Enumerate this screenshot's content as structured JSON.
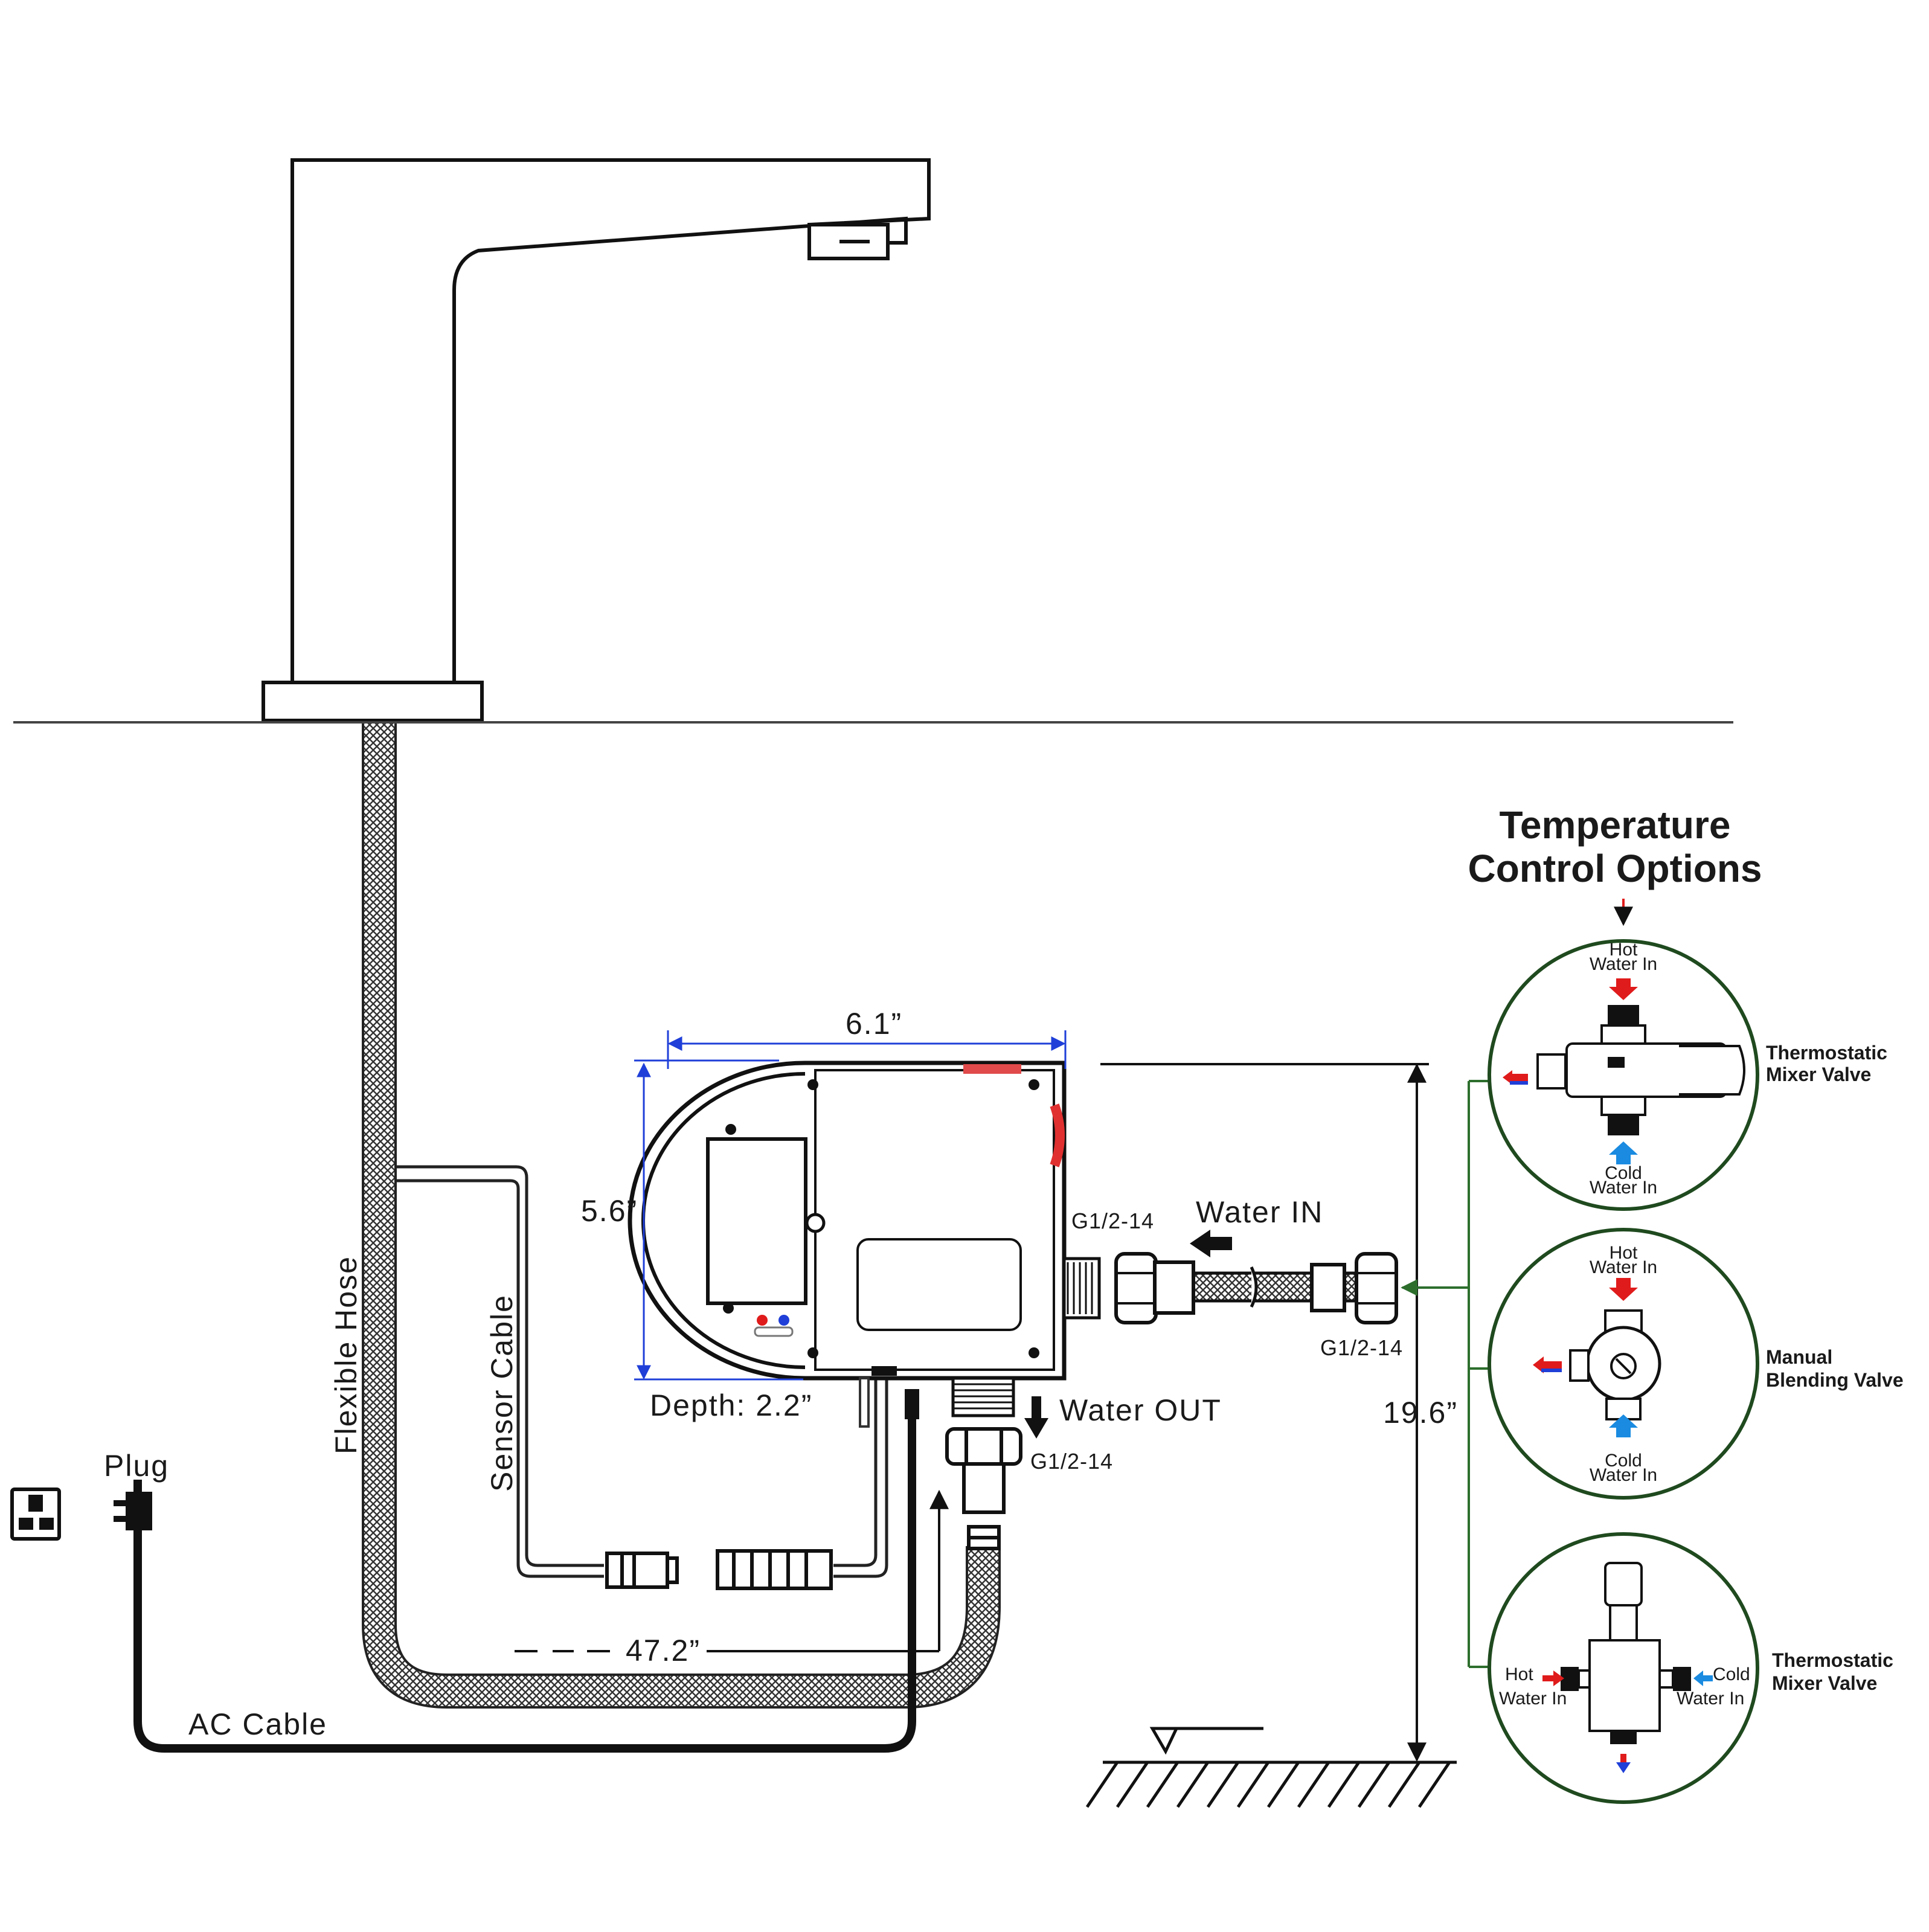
{
  "labels": {
    "flexible_hose": "Flexible Hose",
    "sensor_cable": "Sensor Cable",
    "plug": "Plug",
    "ac_cable": "AC Cable",
    "width": "6.1”",
    "height": "5.6”",
    "depth": "Depth: 2.2”",
    "hose_length": "47.2”",
    "water_in": "Water IN",
    "water_out": "Water OUT",
    "fitting_top": "G1/2-14",
    "fitting_right": "G1/2-14",
    "fitting_out": "G1/2-14",
    "install_height": "19.6”"
  },
  "temperature": {
    "title_line1": "Temperature",
    "title_line2": "Control Options",
    "options": [
      {
        "name_line1": "Thermostatic",
        "name_line2": "Mixer Valve",
        "hot_line1": "Hot",
        "hot_line2": "Water In",
        "cold_line1": "Cold",
        "cold_line2": "Water In"
      },
      {
        "name_line1": "Manual",
        "name_line2": "Blending Valve",
        "hot_line1": "Hot",
        "hot_line2": "Water In",
        "cold_line1": "Cold",
        "cold_line2": "Water In"
      },
      {
        "name_line1": "Thermostatic",
        "name_line2": "Mixer Valve",
        "hot_line1": "Hot",
        "hot_line2": "Water In",
        "cold_line1": "Cold",
        "cold_line2": "Water In"
      }
    ]
  },
  "colors": {
    "hot": "#e01b1b",
    "cold": "#1a8be0",
    "dimension": "#1f3fd8",
    "connector": "#2d6e2d"
  }
}
